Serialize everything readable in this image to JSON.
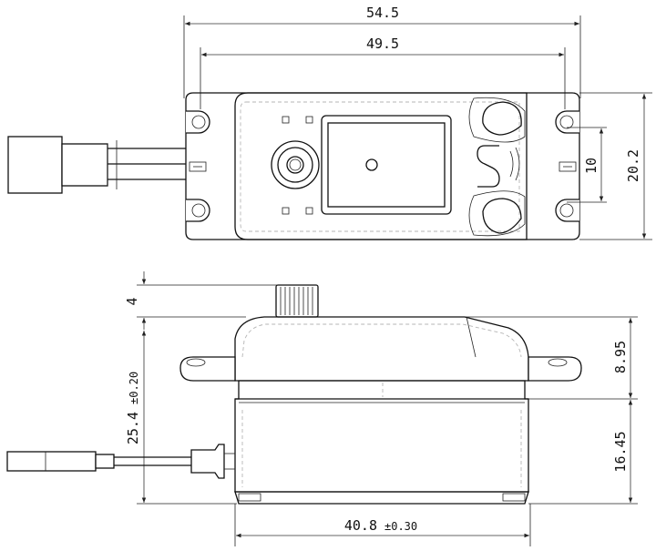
{
  "top_view": {
    "overall_width": "54.5",
    "hole_spacing": "49.5",
    "overall_depth": "20.2",
    "hole_offset": "10"
  },
  "side_view": {
    "spline_height": "4",
    "body_height": "25.4",
    "body_height_tol": "±0.20",
    "top_height": "8.95",
    "lower_height": "16.45",
    "case_width": "40.8",
    "case_width_tol": "±0.30"
  }
}
